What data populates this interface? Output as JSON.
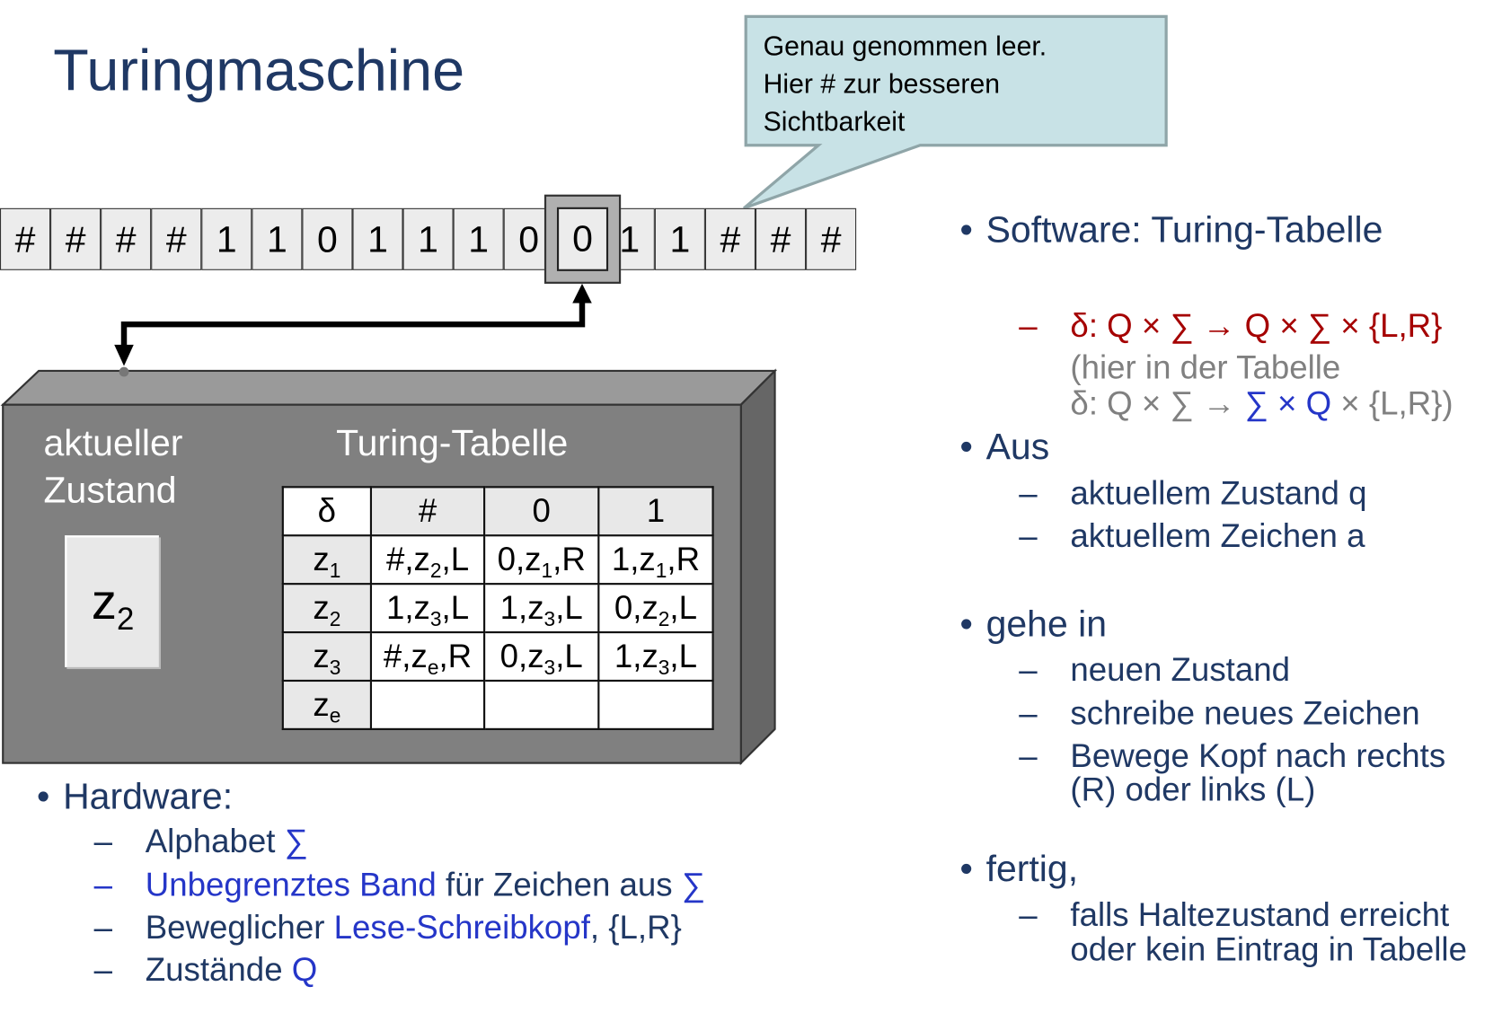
{
  "title": "Turingmaschine",
  "callout": {
    "lines": [
      "Genau genommen leer.",
      "Hier # zur besseren",
      "Sichtbarkeit"
    ]
  },
  "tape": {
    "cells": [
      "#",
      "#",
      "#",
      "#",
      "1",
      "1",
      "0",
      "1",
      "1",
      "1",
      "0",
      "0",
      "1",
      "1",
      "#",
      "#",
      "#"
    ],
    "head_index": 11,
    "head_symbol": "0"
  },
  "machine": {
    "state_label_1": "aktueller",
    "state_label_2": "Zustand",
    "current_state": "z",
    "current_state_sub": "2",
    "table_title": "Turing-Tabelle",
    "table": {
      "corner": "δ",
      "headers": [
        "#",
        "0",
        "1"
      ],
      "rows": [
        {
          "state": "z",
          "sub": "1",
          "cells": [
            [
              "#,z",
              "2",
              ",L"
            ],
            [
              "0,z",
              "1",
              ",R"
            ],
            [
              "1,z",
              "1",
              ",R"
            ]
          ]
        },
        {
          "state": "z",
          "sub": "2",
          "cells": [
            [
              "1,z",
              "3",
              ",L"
            ],
            [
              "1,z",
              "3",
              ",L"
            ],
            [
              "0,z",
              "2",
              ",L"
            ]
          ]
        },
        {
          "state": "z",
          "sub": "3",
          "cells": [
            [
              "#,z",
              "e",
              ",R"
            ],
            [
              "0,z",
              "3",
              ",L"
            ],
            [
              "1,z",
              "3",
              ",L"
            ]
          ]
        },
        {
          "state": "z",
          "sub": "e",
          "cells": [
            [
              "",
              "",
              ""
            ],
            [
              "",
              "",
              ""
            ],
            [
              "",
              "",
              ""
            ]
          ]
        }
      ]
    }
  },
  "hardware": {
    "bullet": "•",
    "heading": "Hardware:",
    "dash": "–",
    "items": [
      {
        "a": "Alphabet ",
        "b": "∑"
      },
      {
        "a": "Unbegrenztes Band",
        "b": " für Zeichen aus ",
        "c": "∑"
      },
      {
        "a": "Beweglicher ",
        "b": "Lese-Schreibkopf",
        ",c": "",
        "c": ", {L,R}"
      },
      {
        "a": "Zustände ",
        "b": "Q"
      }
    ]
  },
  "right": {
    "bullet": "•",
    "dash": "–",
    "software": "Software: Turing-Tabelle",
    "delta_red": "δ: Q × ∑ → Q × ∑ × {L,R}",
    "gray_line1": "(hier in der Tabelle",
    "gray_a": "δ: Q × ∑ → ",
    "blue_b": "∑ × Q",
    " gray_c": "",
    "gray_c": " × {L,R})",
    "aus": "Aus",
    "aus_items": [
      "aktuellem Zustand q",
      "aktuellem Zeichen a"
    ],
    "gehe": "gehe in",
    "gehe_items": [
      "neuen Zustand",
      "schreibe neues Zeichen",
      "Bewege Kopf nach rechts",
      "(R) oder links (L)"
    ],
    "fertig": "fertig,",
    "fertig_items": [
      "falls Haltezustand erreicht",
      "oder kein Eintrag in Tabelle"
    ]
  },
  "colors": {
    "navy": "#1f3864",
    "blue": "#2536c8",
    "red": "#a50000",
    "gray": "#808080",
    "callout": "#c8e2e6"
  }
}
